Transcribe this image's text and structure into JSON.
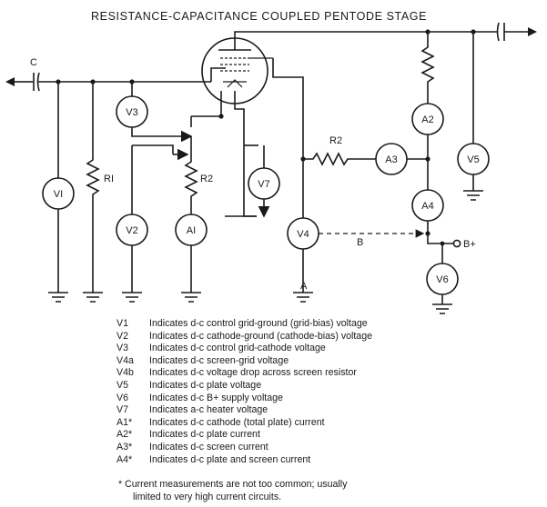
{
  "title": "RESISTANCE-CAPACITANCE COUPLED PENTODE STAGE",
  "labels": {
    "C": "C",
    "R1": "RI",
    "R2_cathode": "R2",
    "R2_screen": "R2",
    "B_line": "B",
    "A_point": "A",
    "B_plus": "B+"
  },
  "meters": {
    "V1": "VI",
    "V2": "V2",
    "V3": "V3",
    "V4": "V4",
    "V5": "V5",
    "V6": "V6",
    "V7": "V7",
    "A1": "AI",
    "A2": "A2",
    "A3": "A3",
    "A4": "A4"
  },
  "legend": [
    {
      "key": "V1",
      "text": "Indicates d-c control grid-ground (grid-bias) voltage"
    },
    {
      "key": "V2",
      "text": "Indicates d-c cathode-ground (cathode-bias) voltage"
    },
    {
      "key": "V3",
      "text": "Indicates d-c control grid-cathode voltage"
    },
    {
      "key": "V4a",
      "text": "Indicates d-c screen-grid voltage"
    },
    {
      "key": "V4b",
      "text": "Indicates d-c voltage drop across screen resistor"
    },
    {
      "key": "V5",
      "text": "Indicates d-c plate voltage"
    },
    {
      "key": "V6",
      "text": "Indicates d-c B+ supply voltage"
    },
    {
      "key": "V7",
      "text": "Indicates a-c heater voltage"
    },
    {
      "key": "A1*",
      "text": "Indicates d-c cathode (total plate) current"
    },
    {
      "key": "A2*",
      "text": "Indicates d-c plate current"
    },
    {
      "key": "A3*",
      "text": "Indicates d-c screen current"
    },
    {
      "key": "A4*",
      "text": "Indicates d-c plate and screen current"
    }
  ],
  "footnote": {
    "line1": "* Current measurements are not too common; usually",
    "line2": "limited to very high current circuits."
  }
}
